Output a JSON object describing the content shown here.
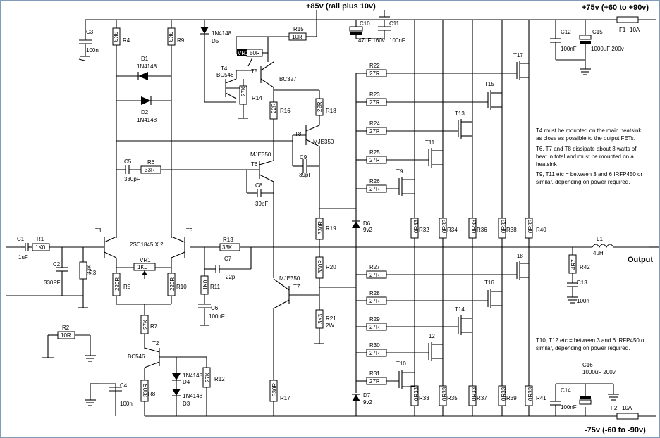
{
  "title_rail": "+85v (rail plus 10v)",
  "pos_rail": "+75v (+60 to +90v)",
  "neg_rail": "-75v (-60 to -90v)",
  "output_label": "Output",
  "labels": {
    "C1": "C1",
    "C1v": "1uF",
    "R1": "R1",
    "R1v": "1K0",
    "C2": "C2",
    "C2v": "330PF",
    "R3": "R3",
    "R3v": "33K",
    "R2": "R2",
    "R2v": "10R",
    "C3": "C3",
    "C3v": "100n",
    "R4": "R4",
    "R4v": "3K3",
    "R9": "R9",
    "R9v": "3K3",
    "D1": "D1",
    "D1v": "1N4148",
    "D2": "D2",
    "D2v": "1N4148",
    "D5": "D5",
    "D5v": "1N4148",
    "R15": "R15",
    "R15v": "10R",
    "VR2": "VR2",
    "R50v": "50R",
    "C10": "C10",
    "C10v": "47uF 160v",
    "C11": "C11",
    "C11v": "100nF",
    "T4": "T4",
    "T4v": "BC546",
    "T5": "T5",
    "T5v": "BC327",
    "R14": "R14",
    "R14v": "27K",
    "R16": "R16",
    "R16v": "22R",
    "R18": "R18",
    "R18v": "22R",
    "T8": "T8",
    "T8v": "MJE350",
    "C9": "C9",
    "C9v": "39pF",
    "T6": "T6",
    "T6v": "MJE350",
    "C8": "C8",
    "C8v": "39pF",
    "C5": "C5",
    "C5v": "330pF",
    "R6": "R6",
    "R6v": "33R",
    "T1": "T1",
    "T3": "T3",
    "Tpair": "2SC1845 X 2",
    "VR1": "VR1",
    "VR1v": "1K0",
    "R5": "R5",
    "R5v": "220R",
    "R10": "R10",
    "R10v": "220R",
    "R13": "R13",
    "R13v": "33K",
    "C7": "C7",
    "C7v": "22pF",
    "R11": "R11",
    "R11v": "1K0",
    "C6": "C6",
    "C6v": "100uF",
    "R7": "R7",
    "R7v": "27K",
    "T2": "T2",
    "T2v": "BC546",
    "D4": "D4",
    "D4v": "1N4148",
    "D3": "D3",
    "D3v": "1N4148",
    "R12": "R12",
    "R12v": "27K",
    "C4": "C4",
    "C4v": "100n",
    "R8": "R8",
    "R8v": "330R",
    "T7": "T7",
    "T7v": "MJE350",
    "R19": "R19",
    "R19v": "330R",
    "R20": "R20",
    "R20v": "330R",
    "R21": "R21",
    "R21v": "3K3",
    "R21w": "2W",
    "R17": "R17",
    "R17v": "330R",
    "D6": "D6",
    "D6v": "9v2",
    "D7": "D7",
    "D7v": "9v2",
    "C12": "C12",
    "C12v": "100nF",
    "C15": "C15",
    "C15v": "1000uF 200v",
    "F1": "F1",
    "F1v": "10A",
    "F2": "F2",
    "F2v": "10A",
    "C16": "C16",
    "C16v": "1000uF 200v",
    "C14": "C14",
    "C14v": "100nF",
    "L1": "L1",
    "L1v": "4uH",
    "R42": "R42",
    "R42v": "4R7",
    "C13": "C13",
    "C13v": "100n",
    "R22": "R22",
    "R23": "R23",
    "R24": "R24",
    "R25": "R25",
    "R26": "R26",
    "R27": "R27",
    "R28": "R28",
    "R29": "R29",
    "R30": "R30",
    "R31": "R31",
    "Rg": "27R",
    "T17": "T17",
    "T15": "T15",
    "T13": "T13",
    "T11": "T11",
    "T9": "T9",
    "T18": "T18",
    "T16": "T16",
    "T14": "T14",
    "T12": "T12",
    "T10": "T10",
    "Re": "0R33",
    "R32": "R32",
    "R34": "R34",
    "R36": "R36",
    "R38": "R38",
    "R40": "R40",
    "R33": "R33",
    "R35": "R35",
    "R37": "R37",
    "R39": "R39",
    "R41": "R41"
  },
  "notes": {
    "n1a": "T4 must be mounted on the main heatsink",
    "n1b": "as close as possible to the output FETs.",
    "n2a": "T6, T7 and T8 dissipate about 3 watts of",
    "n2b": "heat in total and must be mounted on a",
    "n2c": "heatsink",
    "n3a": "T9, T11 etc = between 3 and 6 IRFP450 or",
    "n3b": "similar, depending on power required.",
    "n4a": "T10, T12 etc = between 3 and 6 IRFP450 o",
    "n4b": "similar, depending on power required."
  }
}
